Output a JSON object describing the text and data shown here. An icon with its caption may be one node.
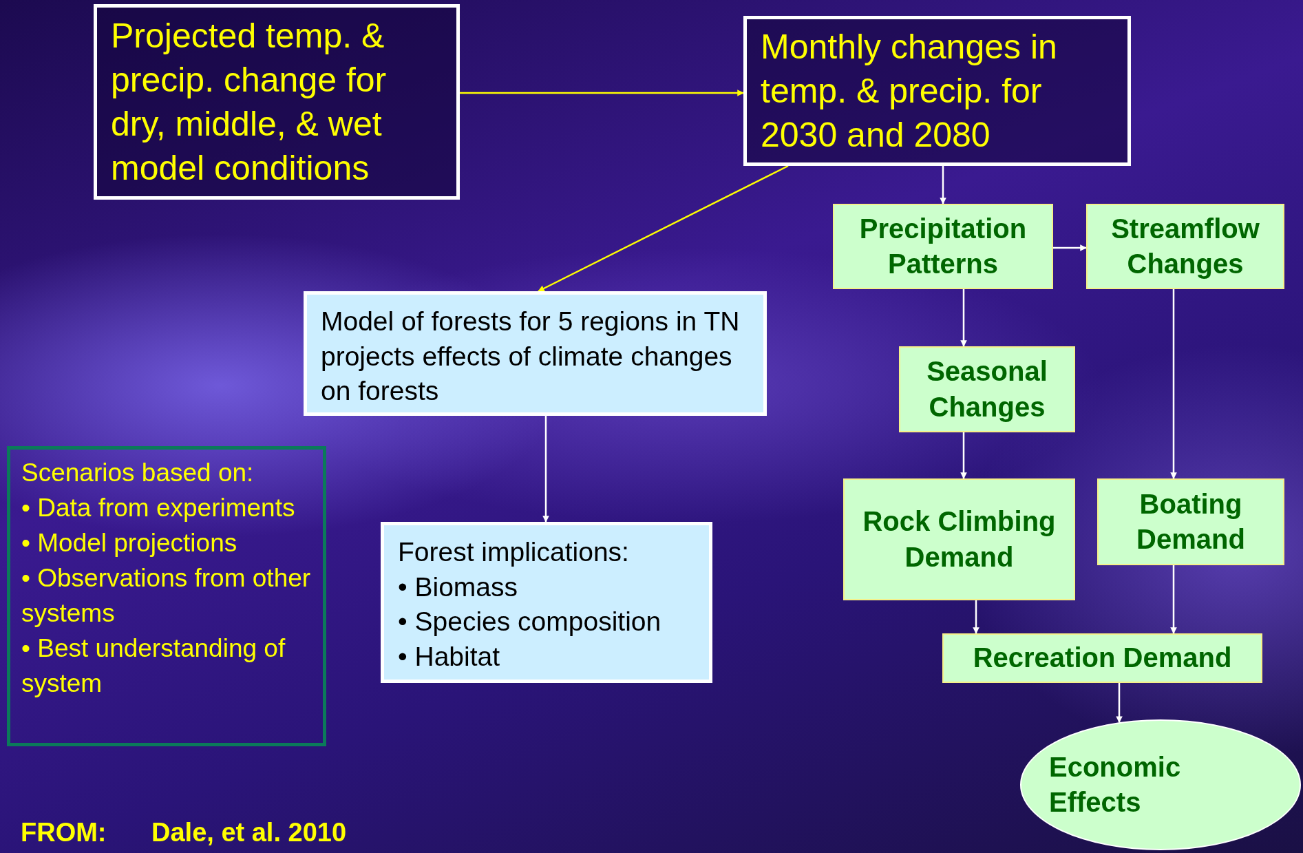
{
  "diagram": {
    "nodes": [
      {
        "text": [
          "Projected temp. & precip. change for dry, middle, & wet model conditions"
        ]
      },
      {
        "text": [
          "Monthly changes in temp. & precip. for 2030 and 2080"
        ]
      },
      {
        "text": [
          "Precipitation Patterns"
        ]
      },
      {
        "text": [
          "Streamflow Changes"
        ]
      },
      {
        "text": [
          "Model of forests for 5 regions in TN projects effects of climate changes on forests"
        ]
      },
      {
        "text": [
          "Seasonal Changes"
        ]
      },
      {
        "text": [
          "Scenarios based on:",
          "• Data from experiments",
          "• Model projections",
          "• Observations from other systems",
          "• Best understanding of system"
        ]
      },
      {
        "text": [
          "Forest implications:",
          "• Biomass",
          "• Species composition",
          "• Habitat"
        ]
      },
      {
        "text": [
          "Rock Climbing Demand"
        ]
      },
      {
        "text": [
          "Boating Demand"
        ]
      },
      {
        "text": [
          "Recreation Demand"
        ]
      },
      {
        "text": [
          "Economic Effects"
        ]
      }
    ],
    "edges": [
      {
        "from": 0,
        "to": 1,
        "arrow": "to",
        "color": "#ffff00"
      },
      {
        "from": 1,
        "to": 4,
        "arrow": "to",
        "color": "#ffff00"
      },
      {
        "from": 1,
        "to": 2,
        "arrow": "to"
      },
      {
        "from": 2,
        "to": 3,
        "arrow": "to"
      },
      {
        "from": 2,
        "to": 5,
        "arrow": "to"
      },
      {
        "from": 5,
        "to": 8,
        "arrow": "to"
      },
      {
        "from": 3,
        "to": 9,
        "arrow": "to"
      },
      {
        "from": 4,
        "to": 7,
        "arrow": "to"
      },
      {
        "from": 8,
        "to": 10,
        "arrow": "to"
      },
      {
        "from": 9,
        "to": 10,
        "arrow": "to"
      },
      {
        "from": 10,
        "to": 11,
        "arrow": "to"
      }
    ],
    "labels": [
      "FROM:",
      "Dale, et al. 2010"
    ]
  }
}
